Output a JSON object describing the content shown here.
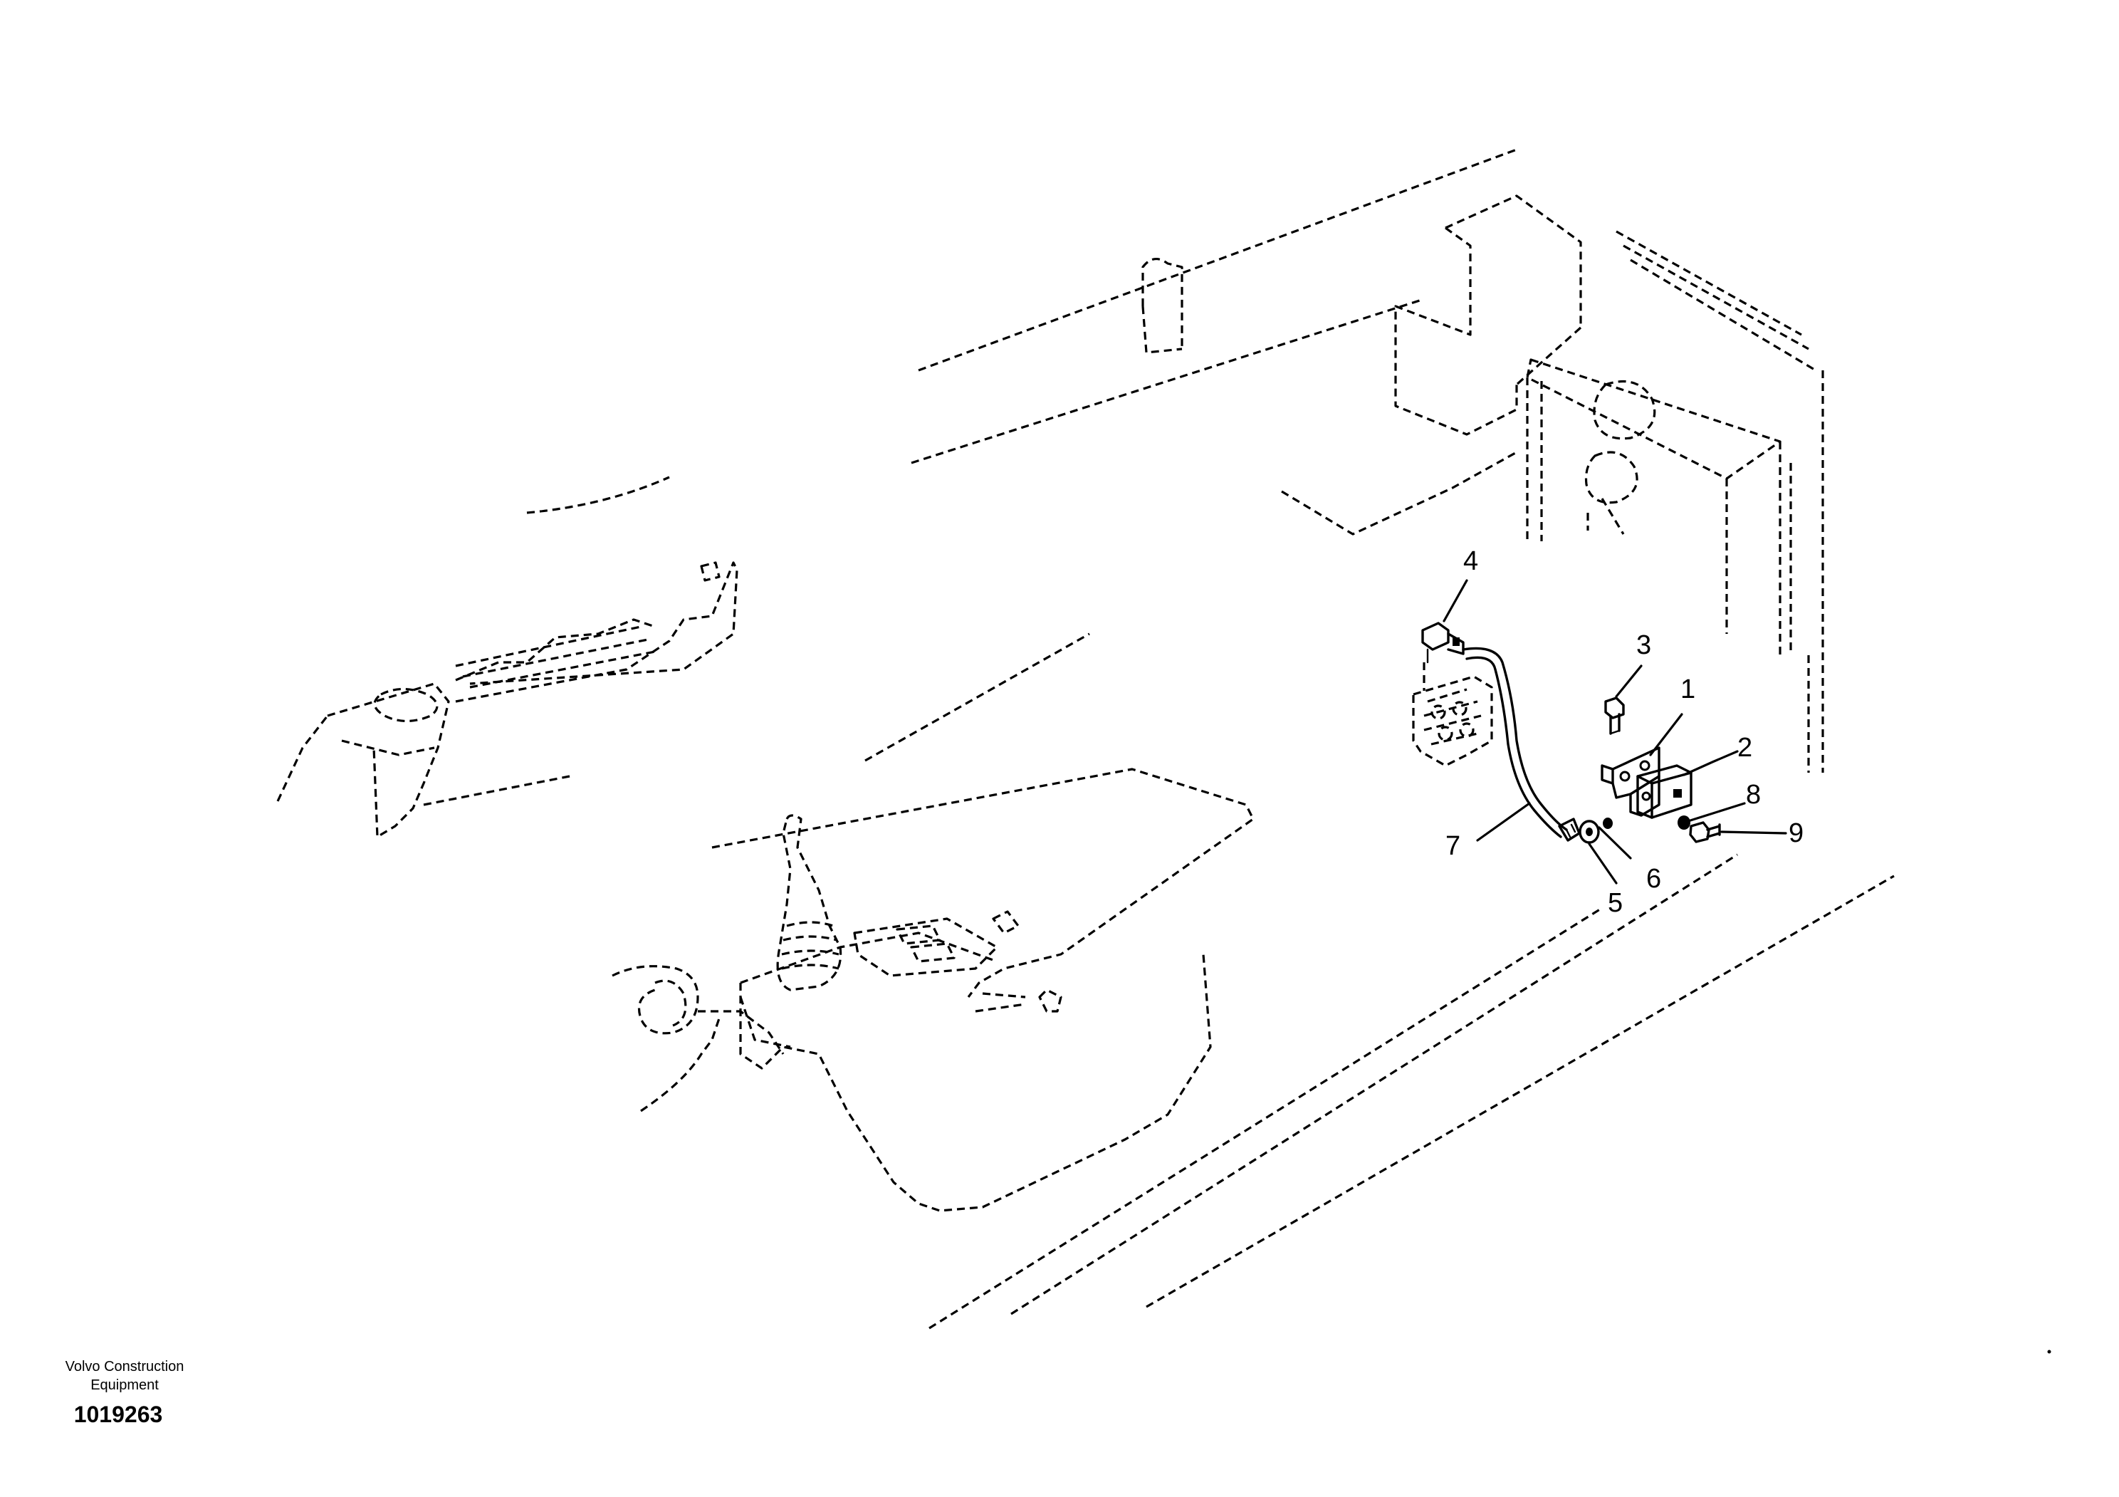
{
  "diagram": {
    "callouts": [
      {
        "id": "1",
        "label": "1"
      },
      {
        "id": "2",
        "label": "2"
      },
      {
        "id": "3",
        "label": "3"
      },
      {
        "id": "4",
        "label": "4"
      },
      {
        "id": "5",
        "label": "5"
      },
      {
        "id": "6",
        "label": "6"
      },
      {
        "id": "7",
        "label": "7"
      },
      {
        "id": "8",
        "label": "8"
      },
      {
        "id": "9",
        "label": "9"
      }
    ]
  },
  "footer": {
    "company_line1": "Volvo Construction",
    "company_line2": "Equipment",
    "drawing_number": "1019263"
  }
}
